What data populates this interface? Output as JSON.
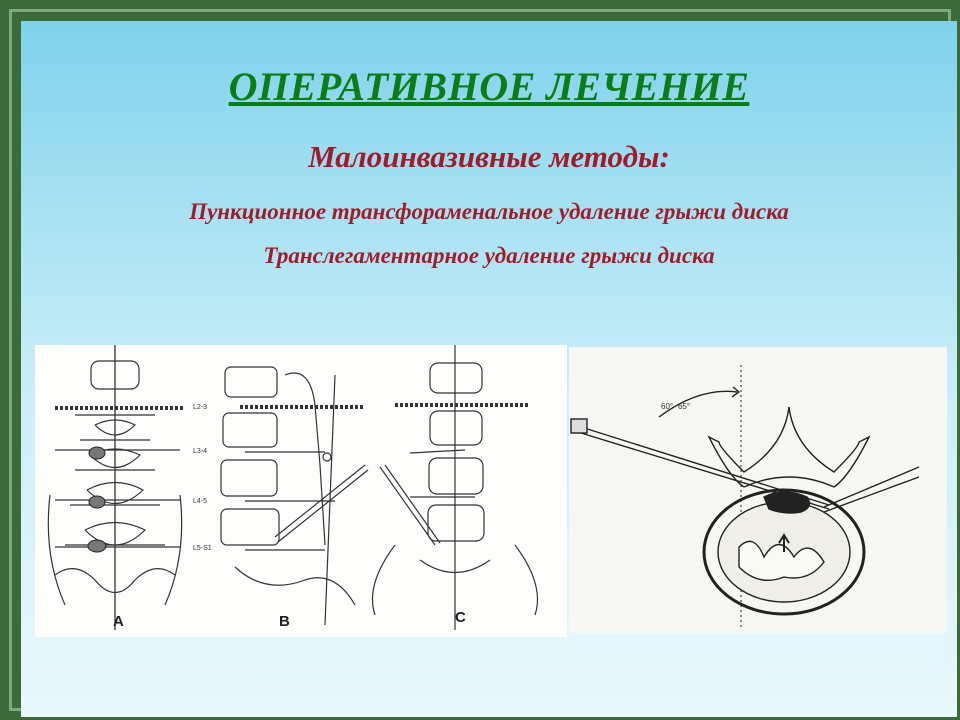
{
  "slide": {
    "title": "ОПЕРАТИВНОЕ ЛЕЧЕНИЕ",
    "subtitle": "Малоинвазивные методы:",
    "items": [
      "Пункционное трансфораменальное удаление грыжи диска",
      "Транслегаментарное удаление грыжи диска"
    ]
  },
  "figure_left": {
    "level_labels": [
      "L2-3",
      "L3-4",
      "L4-5",
      "L5-S1"
    ],
    "panel_labels": [
      "A",
      "B",
      "C"
    ]
  },
  "figure_right": {
    "angle_label": "60°- 65°"
  },
  "colors": {
    "frame": "#3c6b3a",
    "title": "#0b7d16",
    "text": "#a01c2a",
    "background_top": "#7fd2ec",
    "background_bottom": "#eaf8fc"
  }
}
